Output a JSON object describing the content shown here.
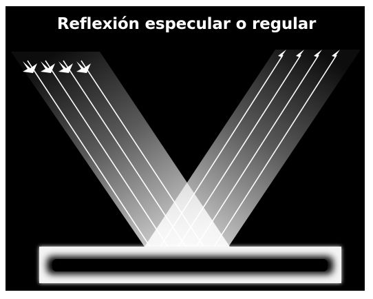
{
  "title": "Reflexión especular o regular",
  "colors": {
    "background": "#000000",
    "frame_border": "#ffffff",
    "beam": "#ffffff",
    "ray": "#ffffff",
    "surface_glow": "#ffffff",
    "surface_core": "#000000"
  },
  "diagram": {
    "incident_ray_count": 4,
    "reflected_ray_count": 4,
    "incident_arrow_icon": "arrow-down-right-icon",
    "reflected_arrow_icon": "arrow-up-right-icon",
    "surface_icon": "reflective-surface"
  }
}
